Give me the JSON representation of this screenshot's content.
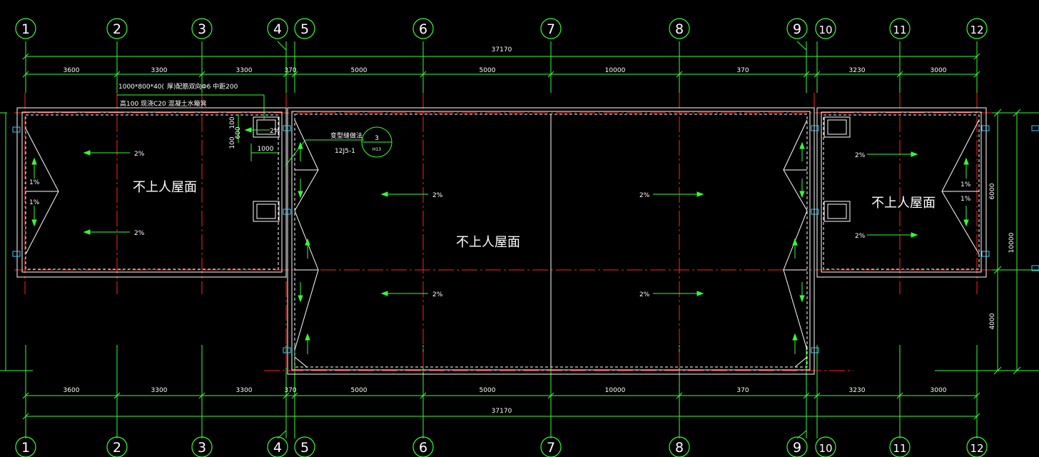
{
  "axes": [
    "1",
    "2",
    "3",
    "4",
    "5",
    "6",
    "7",
    "8",
    "9",
    "10",
    "11",
    "12"
  ],
  "dims_top": {
    "total": "37170",
    "spans": [
      "3600",
      "3300",
      "3300",
      "370",
      "5000",
      "5000",
      "10000",
      "370",
      "3230",
      "3000"
    ]
  },
  "dims_bottom": {
    "total": "37170",
    "spans": [
      "3600",
      "3300",
      "3300",
      "370",
      "5000",
      "5000",
      "10000",
      "370",
      "3230",
      "3000"
    ]
  },
  "dims_right": {
    "upper": "6000",
    "lower": "4000",
    "total": "10000"
  },
  "roof_labels": {
    "left": "不上人屋面",
    "center": "不上人屋面",
    "right": "不上人屋面"
  },
  "slopes": {
    "two_pct": "2%",
    "one_pct": "1%"
  },
  "notes": {
    "line1a": "1000*800*40(",
    "line1b": "厚)配筋双向Φ6 中距200",
    "line2": "高100  现浇C20  混凝土水簸箕",
    "joint": "变型缝做法",
    "joint_ref": "12J5-1",
    "detail_num": "3",
    "detail_sheet": "H13",
    "dim_100a": "100",
    "dim_600": "600",
    "dim_100b": "100",
    "dim_1000": "1000"
  }
}
